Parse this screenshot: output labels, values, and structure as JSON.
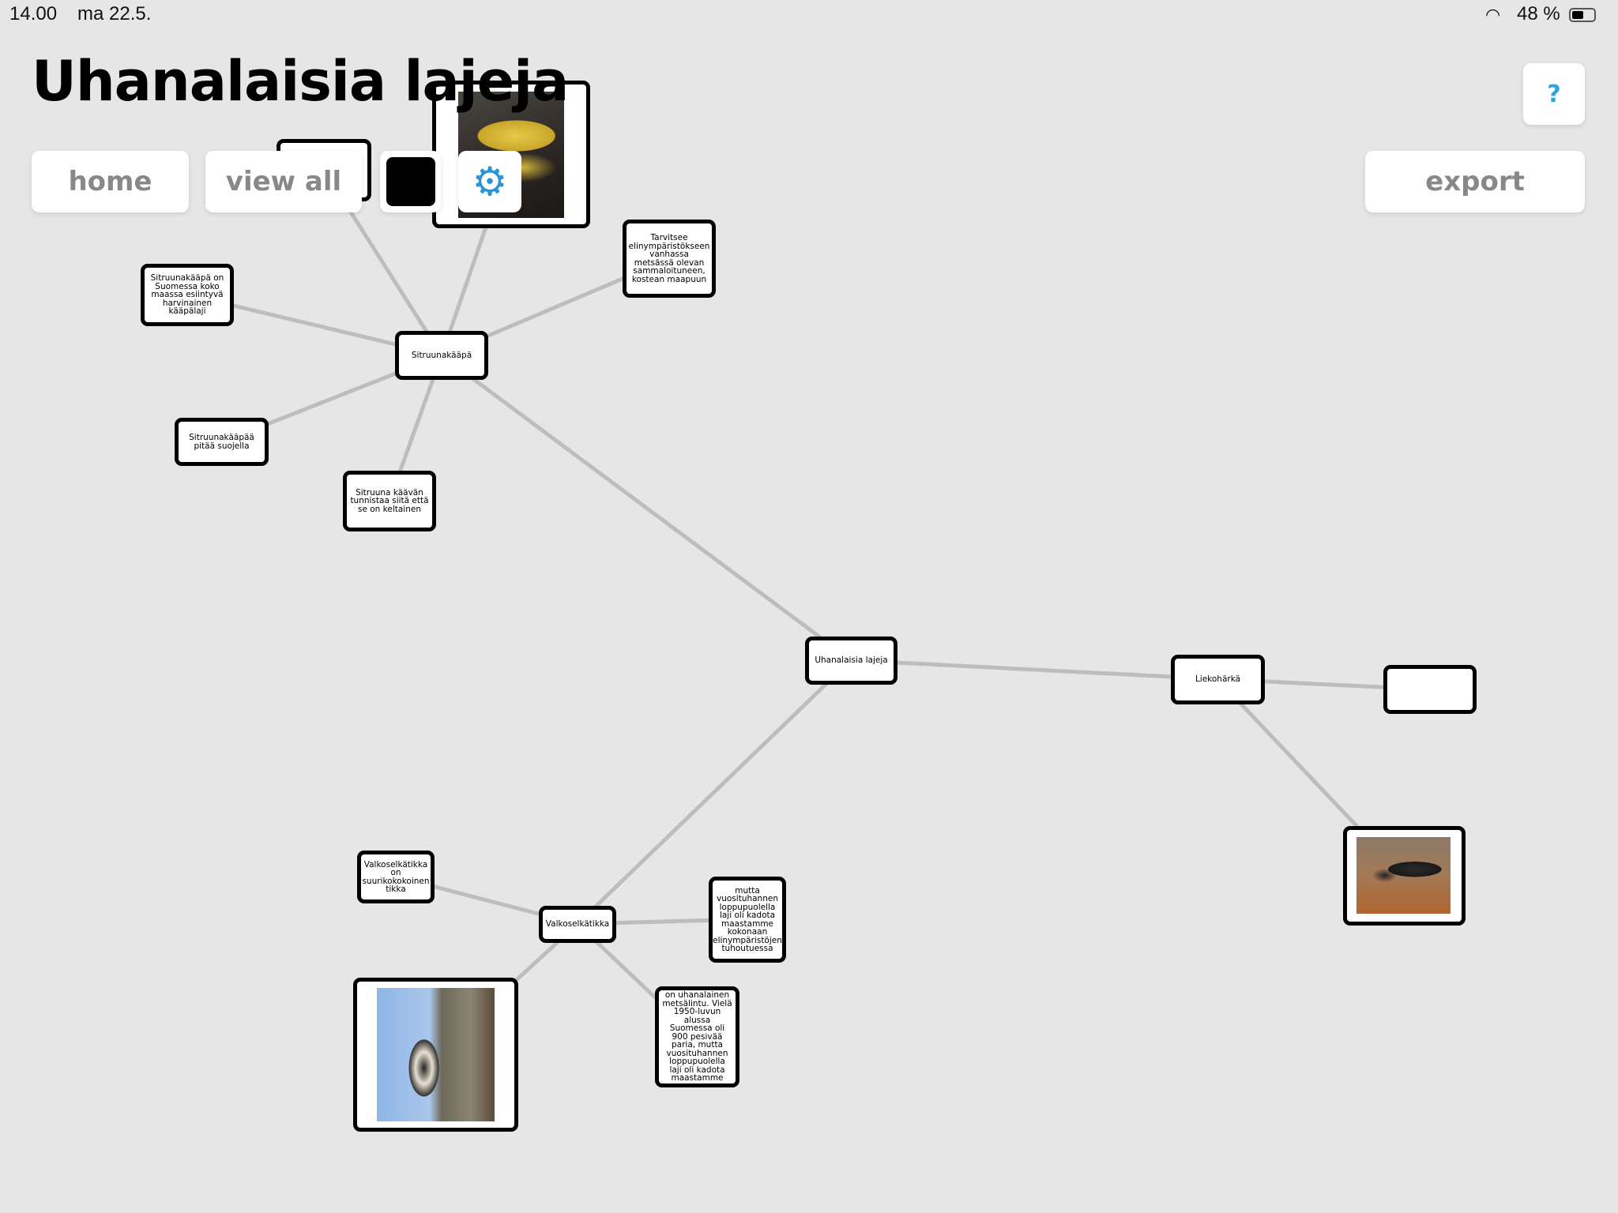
{
  "status_bar": {
    "time": "14.00",
    "date": "ma 22.5.",
    "battery": "48 %"
  },
  "title": "Uhanalaisia lajeja",
  "toolbar": {
    "home": "home",
    "view_all": "view all",
    "export": "export",
    "help": "?"
  },
  "colors": {
    "accent": "#2a95d6",
    "edge": "#bdbdc0",
    "background": "#e6e6e6"
  },
  "nodes": {
    "root": "Uhanalaisia lajeja",
    "sitruunakaapa": "Sitruunakääpä",
    "sitruuna_1": "Sitruunakääpä on Suomessa koko maassa esiintyvä harvinainen kääpälaji",
    "sitruuna_2": "Sitruunakääpää pitää suojella",
    "sitruuna_3": "Sitruuna käävän tunnistaa siitä että se on keltainen",
    "sitruuna_4": "Tarvitsee elinympäristökseen vanhassa metsässä olevan sammaloituneen, kostean maapuun",
    "liekoharka": "Liekohärkä",
    "valkoselkatikka": "Valkoselkätikka",
    "valko_1": "Valkoselkätikka on suurikokokoinen tikka",
    "valko_2": "mutta vuosituhannen loppupuolella laji oli kadota maastamme kokonaan elinympäristöjen tuhoutuessa",
    "valko_3": "on uhanalainen metsälintu. Vielä 1950-luvun alussa Suomessa oli 900 pesivää paria, mutta vuosituhannen loppupuolella laji oli kadota maastamme"
  }
}
